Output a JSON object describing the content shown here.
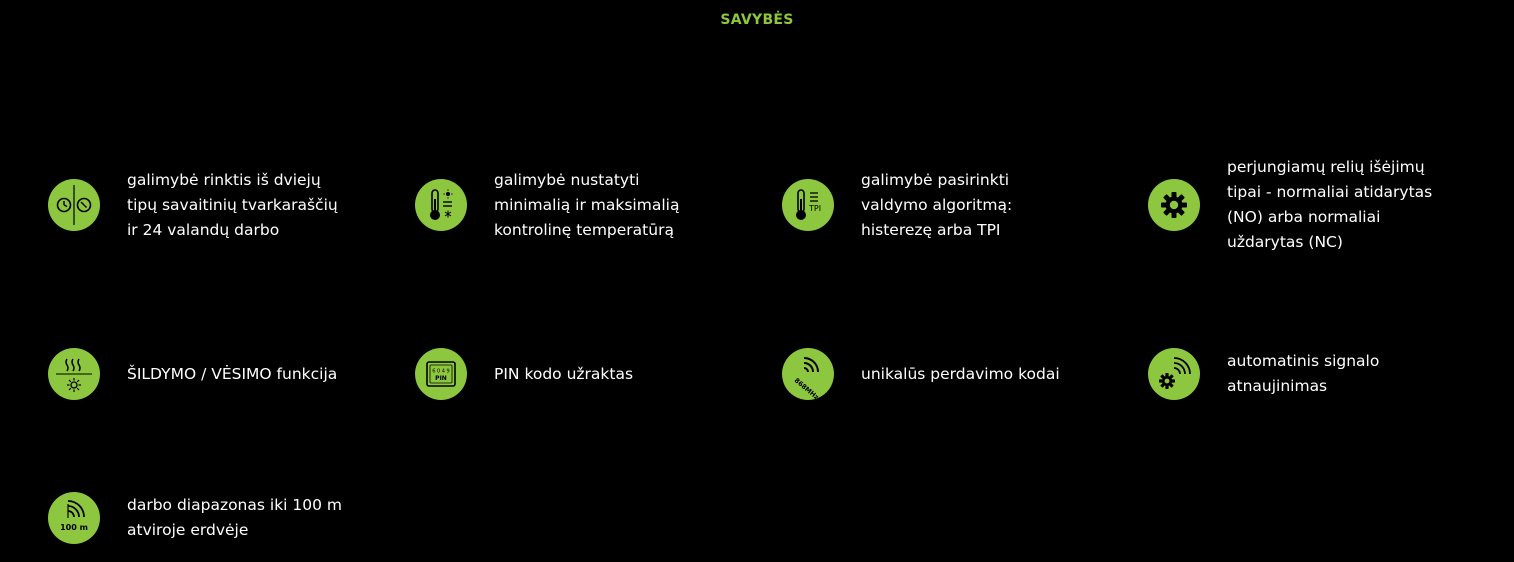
{
  "section": {
    "title": "SAVYBĖS"
  },
  "colors": {
    "background": "#000000",
    "accent": "#8dc63f",
    "text": "#ffffff",
    "icon_line": "#000000"
  },
  "features": [
    {
      "icon": "dual-clock-icon",
      "text": "galimybė rinktis iš dviejų tipų savaitinių tvarkaraščių ir 24 valandų darbo"
    },
    {
      "icon": "thermometer-sun-snow-icon",
      "text": "galimybė nustatyti minimalią ir maksimalią kontrolinę temperatūrą"
    },
    {
      "icon": "thermometer-tpi-icon",
      "text": "galimybė pasirinkti valdymo algoritmą: histerezę arba TPI"
    },
    {
      "icon": "gear-icon",
      "text": "perjungiamų relių išėjimų tipai - normaliai atidarytas (NO) arba normaliai uždarytas (NC)"
    },
    {
      "icon": "heat-cool-icon",
      "text": "ŠILDYMO / VĖSIMO funkcija"
    },
    {
      "icon": "pin-keypad-icon",
      "label_digits": "6 0 4 9",
      "label_pin": "PIN",
      "text": "PIN kodo užraktas"
    },
    {
      "icon": "868mhz-signal-icon",
      "label": "868MHz",
      "text": "unikalūs perdavimo kodai"
    },
    {
      "icon": "gear-signal-icon",
      "text": "automatinis signalo atnaujinimas"
    },
    {
      "icon": "range-100m-icon",
      "label": "100 m",
      "text": "darbo diapazonas iki 100 m atviroje erdvėje"
    }
  ]
}
